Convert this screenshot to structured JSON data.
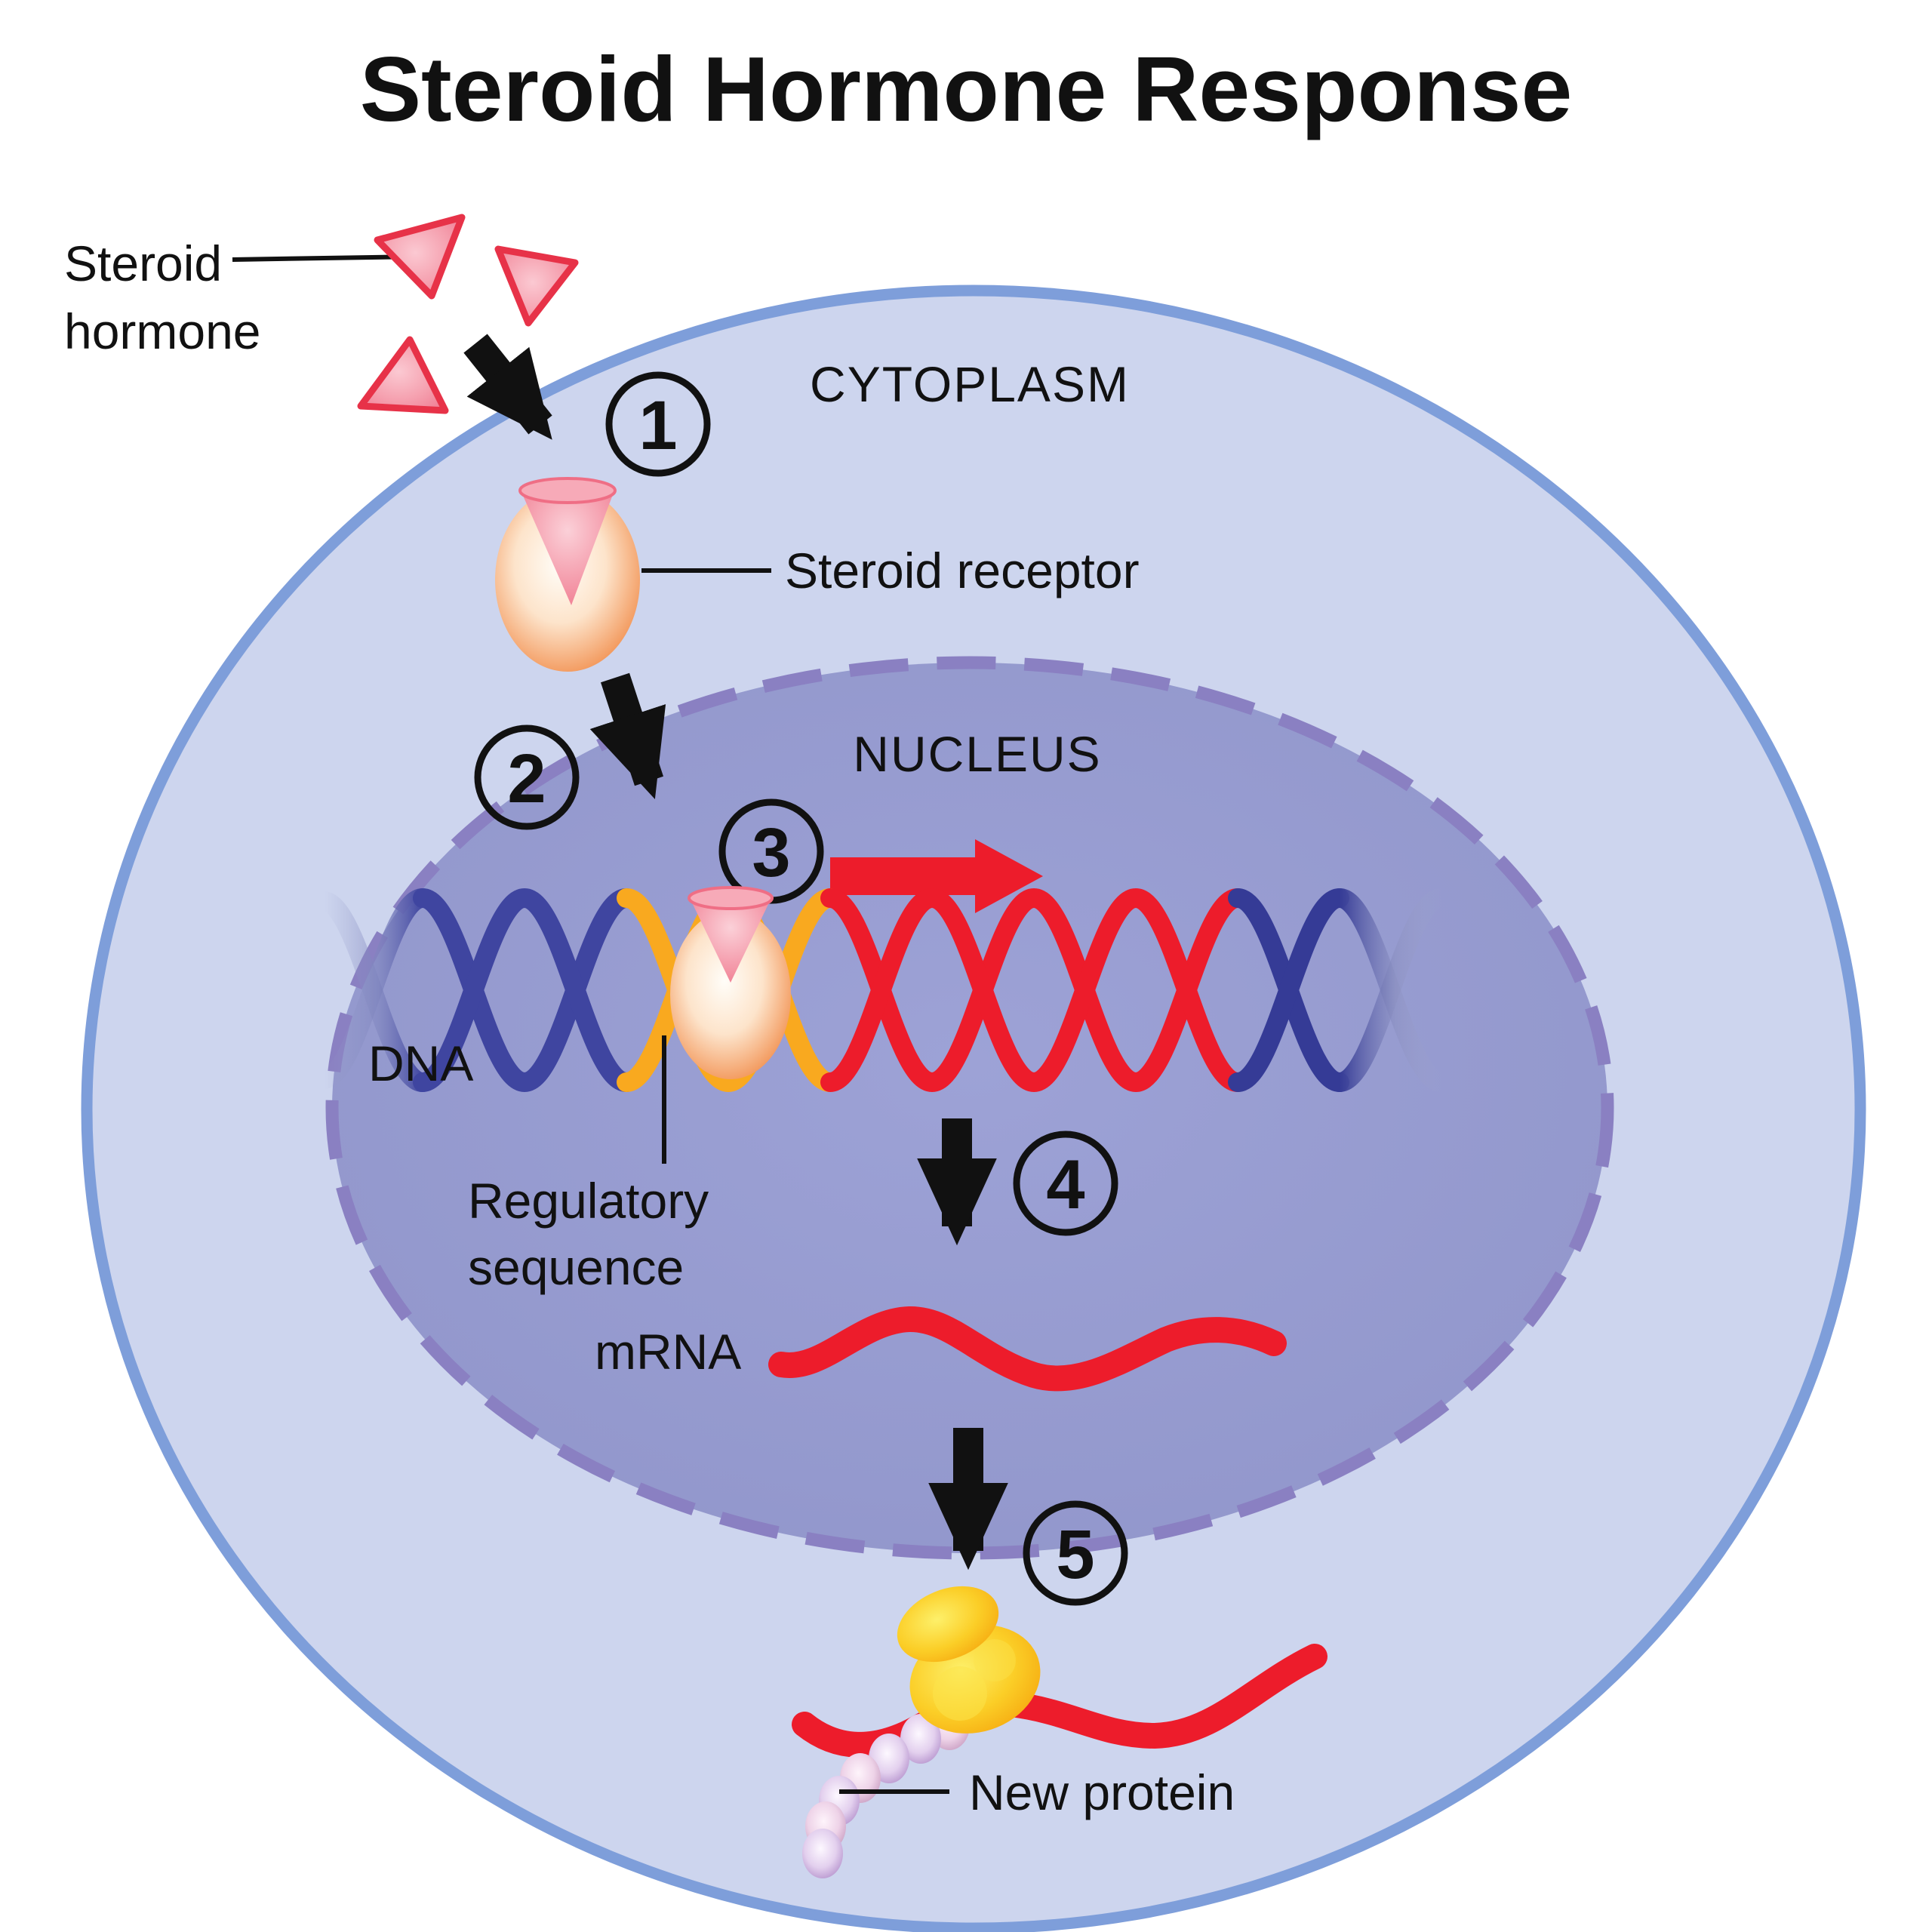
{
  "title": "Steroid Hormone Response",
  "labels": {
    "steroid_hormone_line1": "Steroid",
    "steroid_hormone_line2": "hormone",
    "cytoplasm": "CYTOPLASM",
    "steroid_receptor": "Steroid receptor",
    "nucleus": "NUCLEUS",
    "dna": "DNA",
    "regulatory_line1": "Regulatory",
    "regulatory_line2": "sequence",
    "mrna": "mRNA",
    "new_protein": "New protein"
  },
  "steps": [
    "1",
    "2",
    "3",
    "4",
    "5"
  ],
  "colors": {
    "cell_fill": "#cdd5ee",
    "cell_membrane": "#7e9eda",
    "nucleus_fill": "#969bd0",
    "nucleus_border": "#8a80c2",
    "dna_blue": "#3f45a0",
    "dna_blue_dark": "#353b96",
    "regulatory_yellow": "#f9a91f",
    "rna_red": "#ed1c2b",
    "hormone_pink": "#f48fa0",
    "hormone_border_red": "#e73248",
    "receptor_orange": "#ef7f37",
    "ribosome_yellow": "#f9b912",
    "protein_bead_purple": "#b08cc9",
    "arrow_black": "#111111"
  }
}
